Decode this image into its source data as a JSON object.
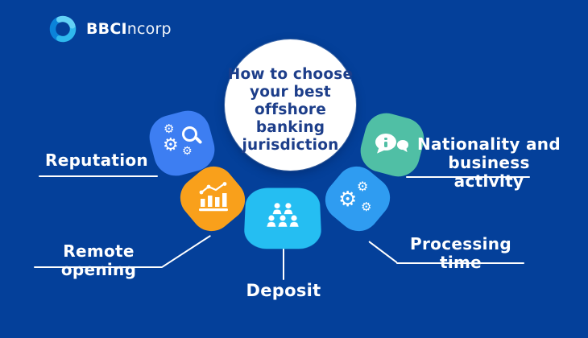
{
  "canvas": {
    "background": "#04409A"
  },
  "logo": {
    "icon": "swirl-logo-icon",
    "brand_bold": "BBCI",
    "brand_rest": "ncorp",
    "swirl_colors": [
      "#0b83d9",
      "#2fb9ee",
      "#63d2f6"
    ]
  },
  "center": {
    "title_lines": [
      "How to choose",
      "your best",
      "offshore banking",
      "jurisdiction"
    ],
    "title_full": "How to choose your best offshore banking jurisdiction",
    "text_color": "#1d3e8a",
    "bg": "#FFFFFF"
  },
  "items": [
    {
      "id": "reputation",
      "label": "Reputation",
      "color": "#3d7ef2",
      "icon": "gears-magnifier-icon"
    },
    {
      "id": "remote-opening",
      "label": "Remote opening",
      "color": "#f9a01b",
      "icon": "bar-chart-trend-icon"
    },
    {
      "id": "deposit",
      "label": "Deposit",
      "color": "#25bef2",
      "icon": "people-group-icon"
    },
    {
      "id": "processing-time",
      "label": "Processing time",
      "color": "#2f9cf1",
      "icon": "gears-icon"
    },
    {
      "id": "nationality",
      "label": "Nationality and business activity",
      "color": "#50bfa5",
      "icon": "chat-info-icon"
    }
  ]
}
